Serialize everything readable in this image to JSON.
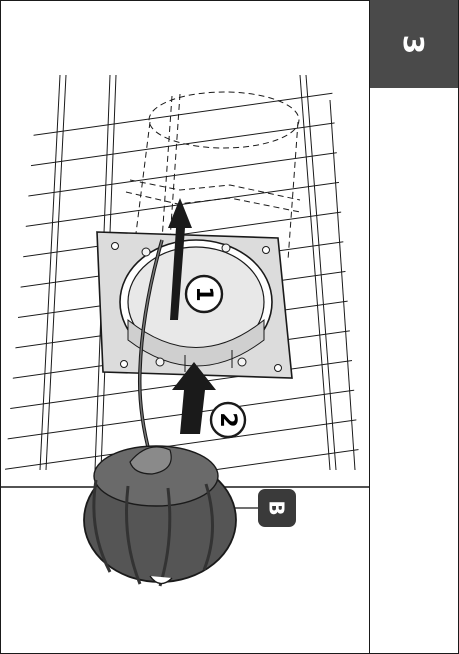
{
  "step": {
    "number": "3"
  },
  "callouts": {
    "one": "1",
    "two": "2",
    "part": "B"
  },
  "colors": {
    "step_box": "#4a4a4a",
    "label_box": "#3a3a3a",
    "outline": "#1a1a1a",
    "plate": "#dcdcdc",
    "plug": "#555555"
  },
  "icons": [
    "arrow-up-icon",
    "brick-wall-icon",
    "duct-outline-icon",
    "cap-plug-icon"
  ]
}
